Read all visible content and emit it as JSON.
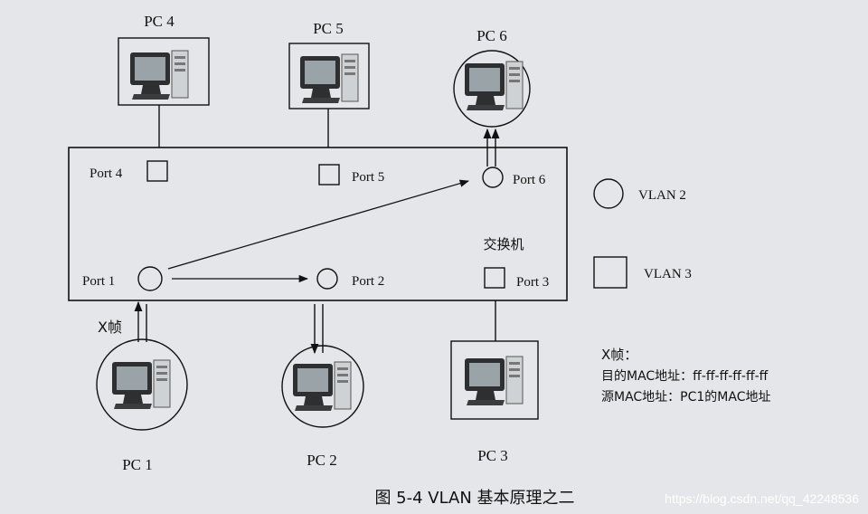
{
  "switch_label": "交换机",
  "ports": {
    "p1": "Port 1",
    "p2": "Port 2",
    "p3": "Port 3",
    "p4": "Port 4",
    "p5": "Port 5",
    "p6": "Port 6"
  },
  "pcs": {
    "pc1": "PC 1",
    "pc2": "PC 2",
    "pc3": "PC 3",
    "pc4": "PC 4",
    "pc5": "PC 5",
    "pc6": "PC 6"
  },
  "legend": {
    "vlan2": "VLAN 2",
    "vlan3": "VLAN 3"
  },
  "frame_label": "X帧",
  "note": {
    "title": "X帧：",
    "dest": "目的MAC地址：ff-ff-ff-ff-ff-ff",
    "src": "源MAC地址：PC1的MAC地址"
  },
  "caption": "图 5-4    VLAN 基本原理之二",
  "watermark": "https://blog.csdn.net/qq_42248536",
  "colors": {
    "ink": "#111111",
    "paper": "#e4e6e9",
    "screen": "#9aa3a8"
  }
}
